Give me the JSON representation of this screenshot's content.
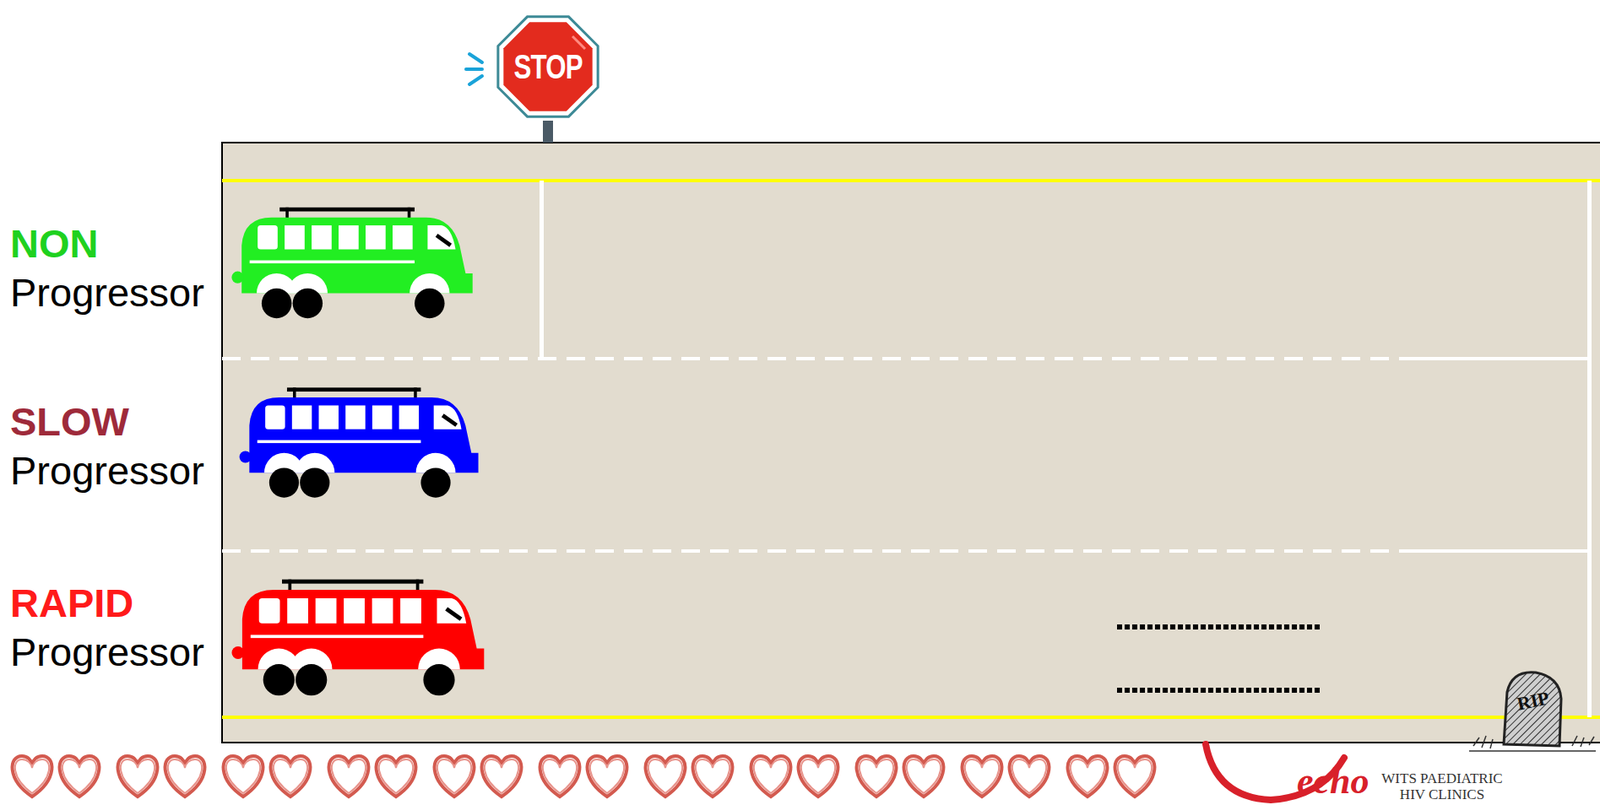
{
  "diagram": {
    "nodes": [
      {
        "text": [
          "STOP"
        ]
      },
      {
        "text": [
          "RIP"
        ]
      }
    ],
    "labels": [
      "NON",
      "Progressor",
      "SLOW",
      "Progressor",
      "RAPID",
      "Progressor",
      "echo",
      "WITS PAEDIATRIC HIV CLINICS"
    ]
  }
}
